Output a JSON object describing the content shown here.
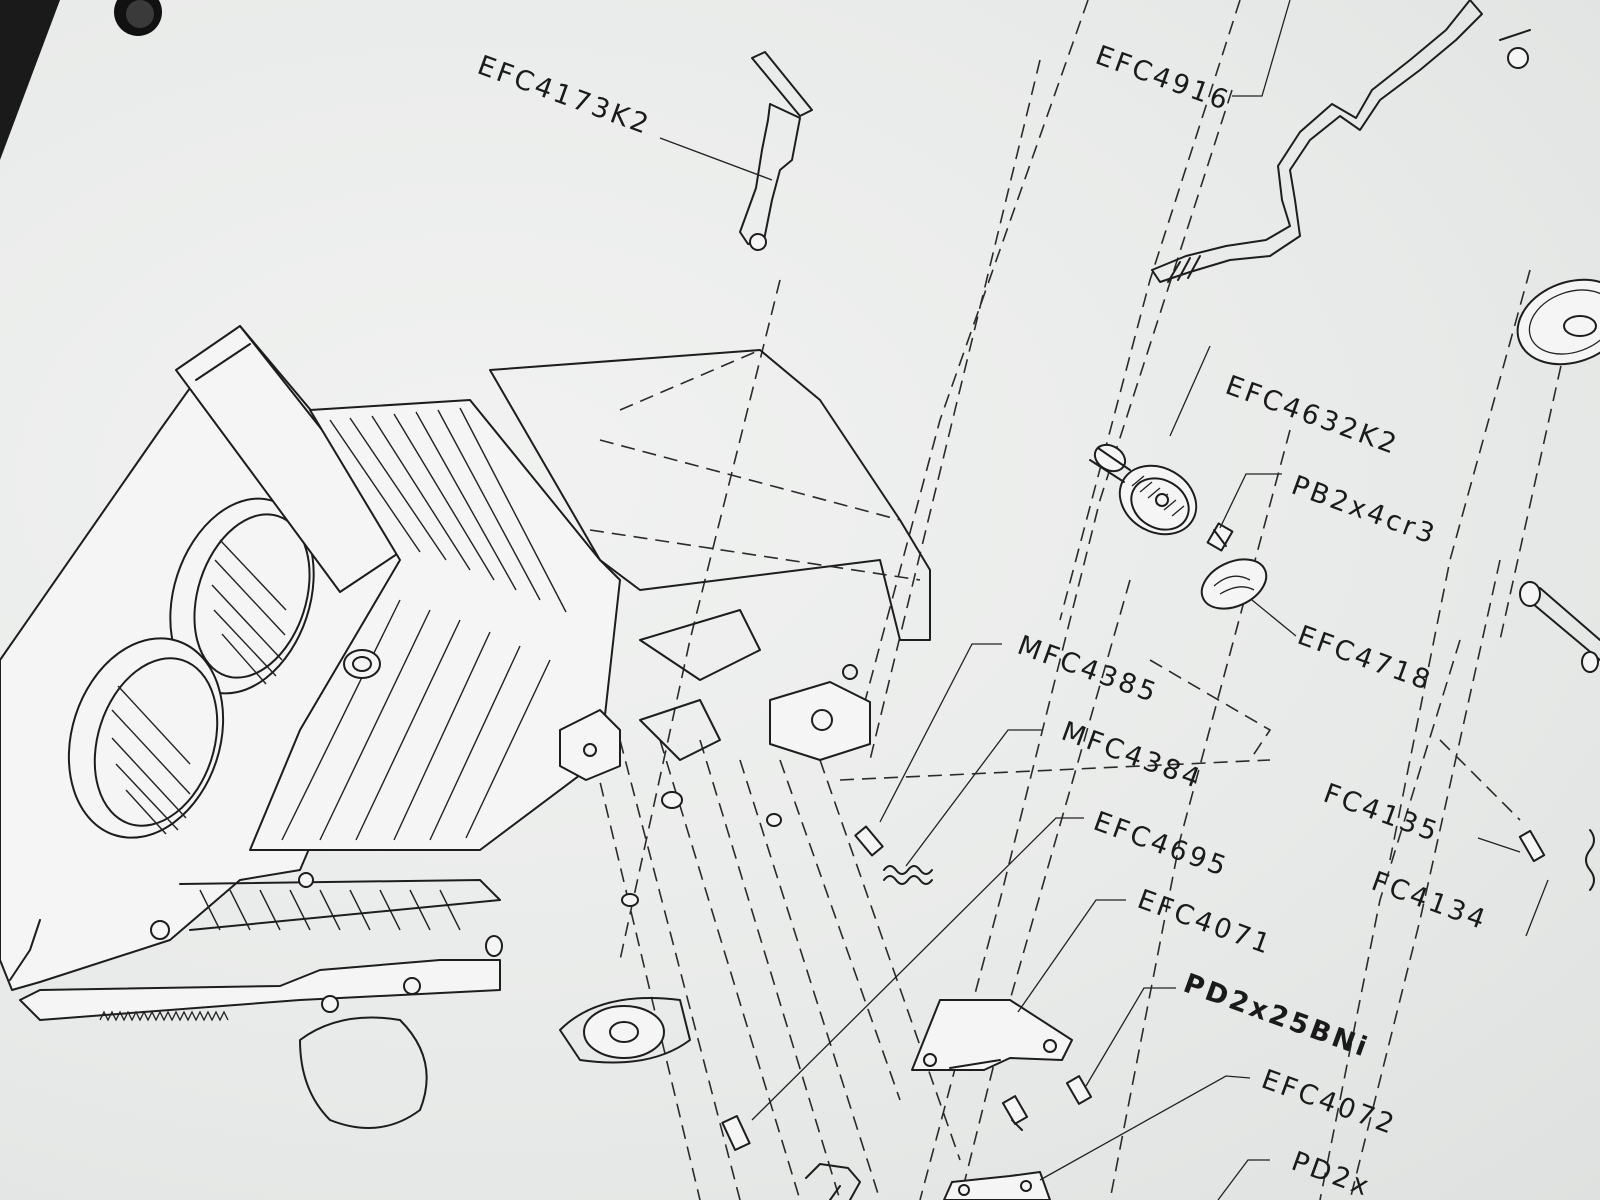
{
  "part_labels": [
    {
      "id": "efc4173k2",
      "text": "EFC4173K2"
    },
    {
      "id": "efc4916",
      "text": "EFC4916"
    },
    {
      "id": "efc4632k2",
      "text": "EFC4632K2"
    },
    {
      "id": "pb2x4cr3",
      "text": "PB2x4cr3"
    },
    {
      "id": "efc4718",
      "text": "EFC4718"
    },
    {
      "id": "mfc4385",
      "text": "MFC4385"
    },
    {
      "id": "mfc4384",
      "text": "MFC4384"
    },
    {
      "id": "fc4135",
      "text": "FC4135"
    },
    {
      "id": "efc4695",
      "text": "EFC4695"
    },
    {
      "id": "fc4134",
      "text": "FC4134"
    },
    {
      "id": "efc4071",
      "text": "EFC4071"
    },
    {
      "id": "pd2x25bni",
      "text": "PD2x25BNi"
    },
    {
      "id": "efc4072",
      "text": "EFC4072"
    },
    {
      "id": "pd2x",
      "text": "PD2x"
    }
  ],
  "colors": {
    "paper": "#e9ebea",
    "ink": "#1d1d1d"
  }
}
